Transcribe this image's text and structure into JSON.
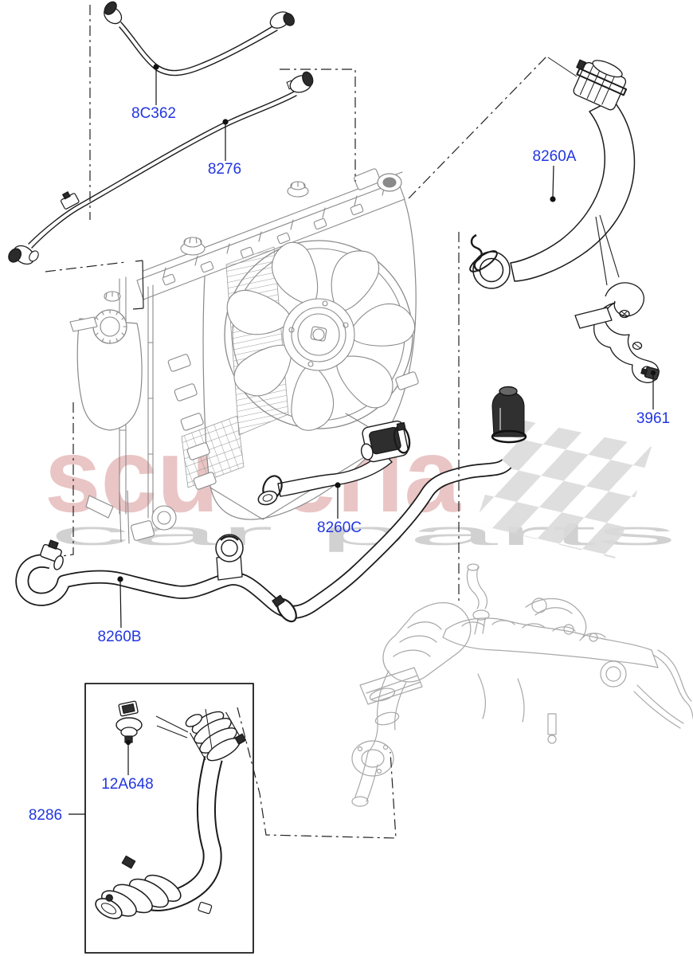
{
  "watermark": {
    "brand": "scuderia",
    "tagline": "car parts"
  },
  "parts": {
    "p8c362": {
      "label": "8C362"
    },
    "p8276": {
      "label": "8276"
    },
    "p8260a": {
      "label": "8260A"
    },
    "p3961": {
      "label": "3961"
    },
    "p8260c": {
      "label": "8260C"
    },
    "p8260b": {
      "label": "8260B"
    },
    "p12a648": {
      "label": "12A648"
    },
    "p8286": {
      "label": "8286"
    }
  },
  "colors": {
    "label_blue": "#2236e0",
    "part_line": "#1b1b1b",
    "context_gray": "#8a8a8a",
    "engine_gray": "#a8a8a8",
    "watermark_red": "#d98c8c",
    "watermark_gray": "#cfcfcf",
    "checker_gray": "#dadada"
  }
}
